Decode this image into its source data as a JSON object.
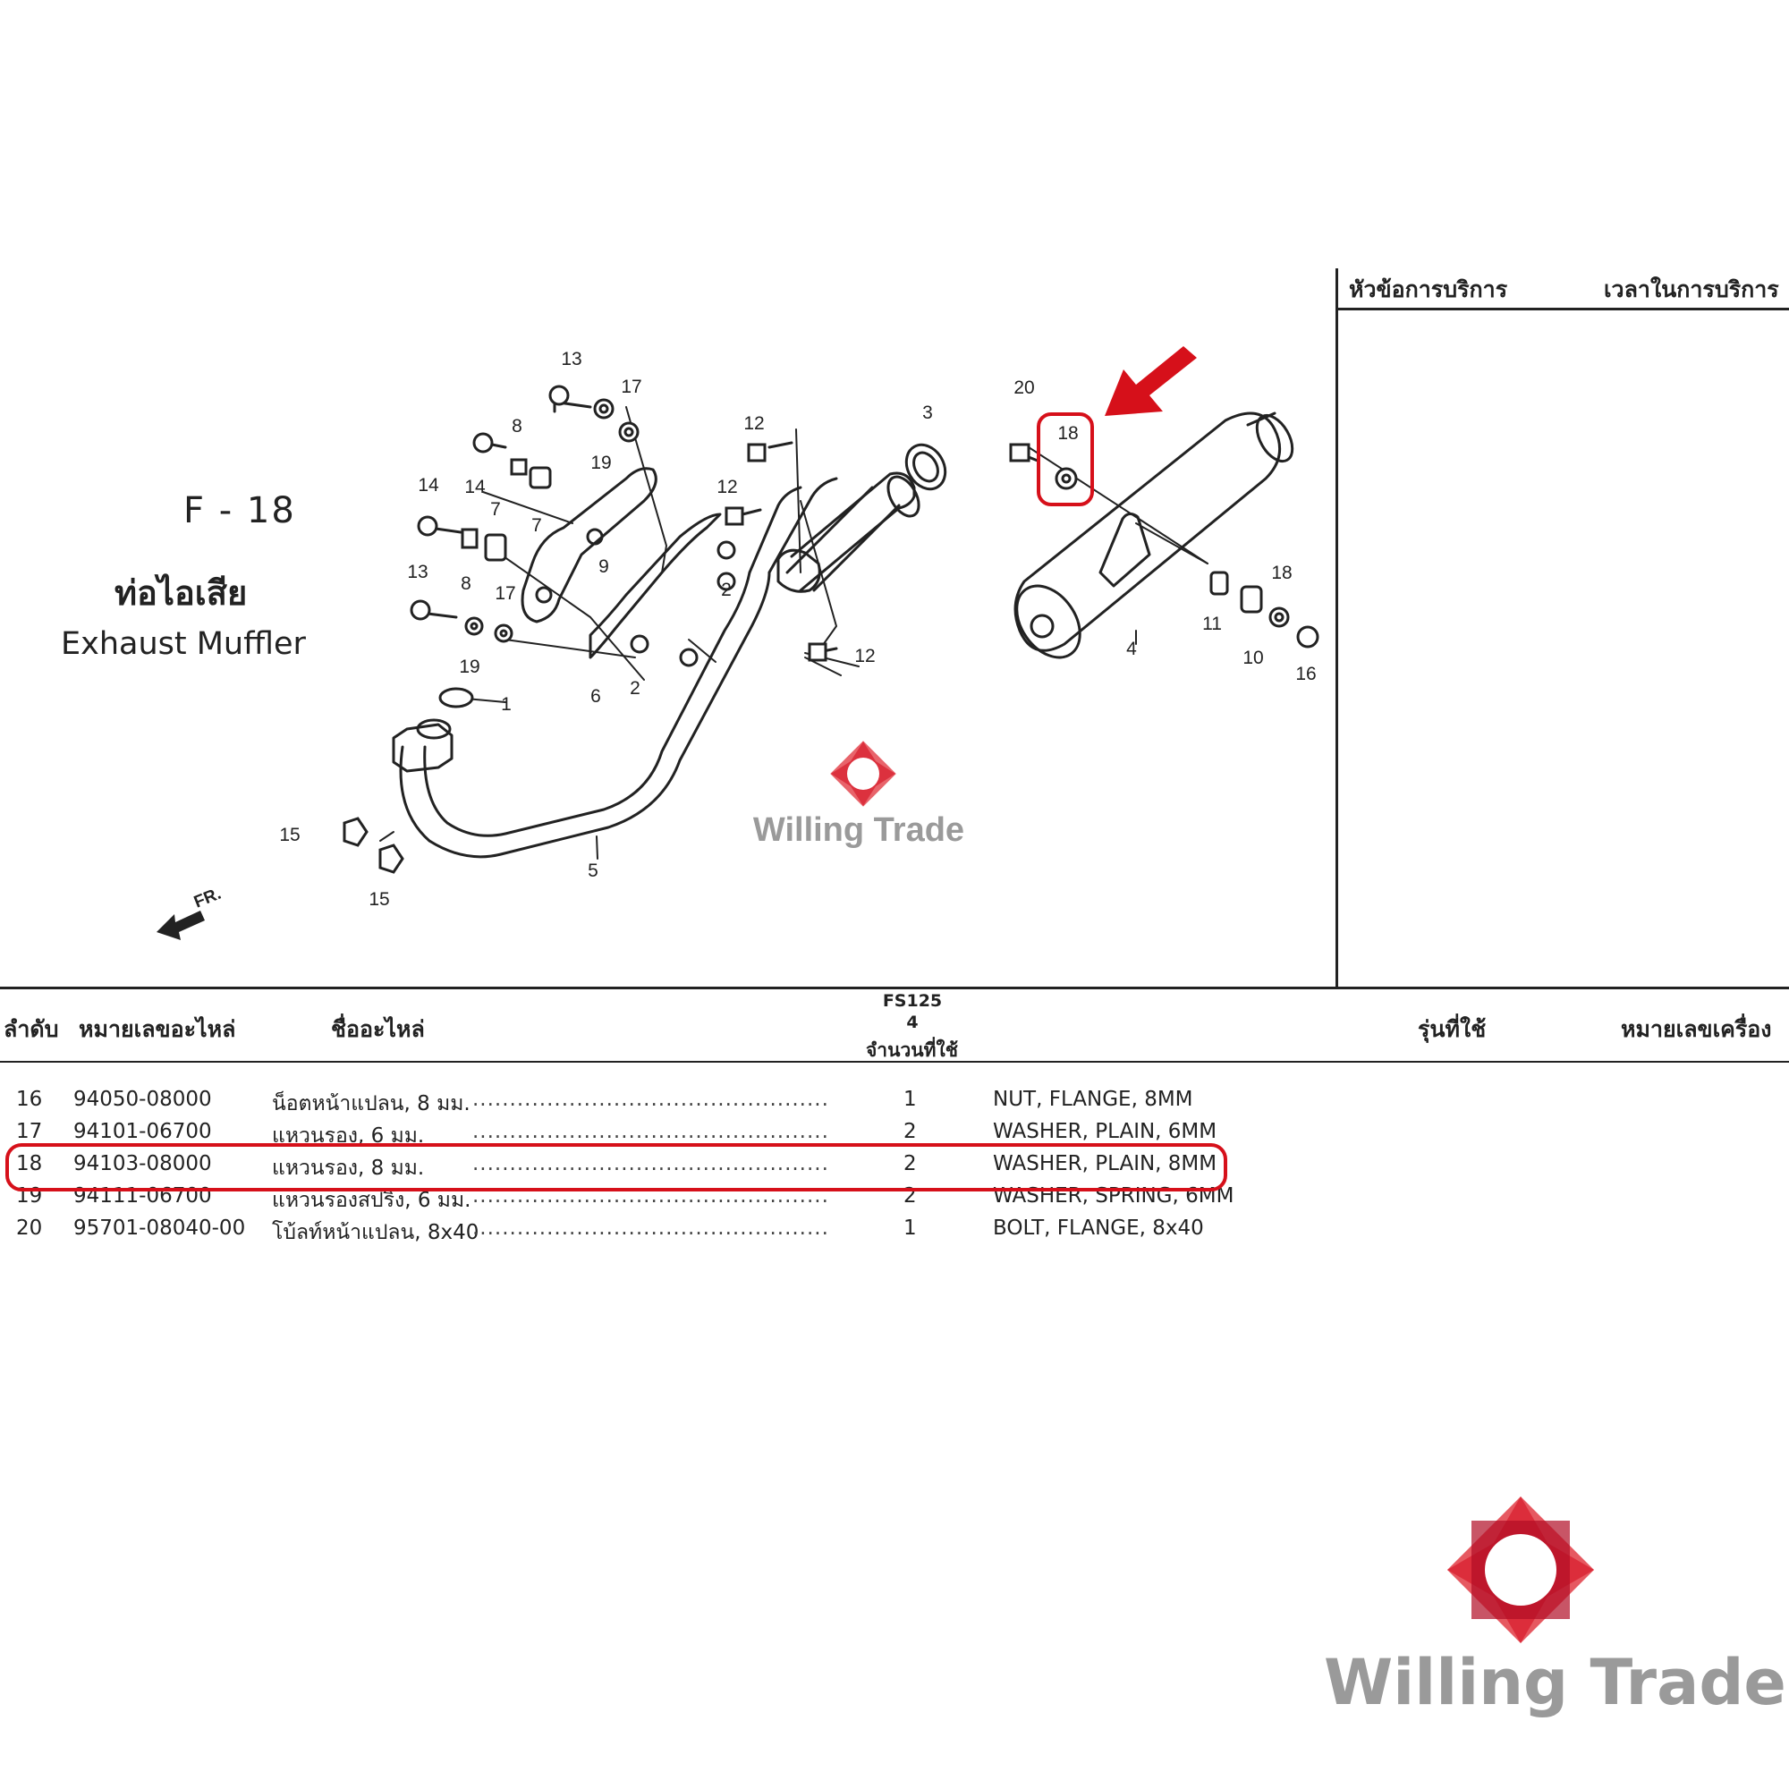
{
  "service_panel": {
    "topic_header": "หัวข้อการบริการ",
    "time_header": "เวลาในการบริการ"
  },
  "figure": {
    "code": "F - 18",
    "title_th": "ท่อไอเสีย",
    "title_en": "Exhaust Muffler",
    "front_label": "FR."
  },
  "callouts": [
    "1",
    "2",
    "2",
    "3",
    "4",
    "5",
    "6",
    "7",
    "7",
    "8",
    "8",
    "9",
    "10",
    "11",
    "12",
    "12",
    "12",
    "13",
    "13",
    "14",
    "14",
    "15",
    "15",
    "16",
    "17",
    "17",
    "18",
    "18",
    "19",
    "19",
    "20"
  ],
  "watermark": {
    "brand": "Willing Trade",
    "colors": {
      "logo_red": "#c8102e",
      "text_gray": "#9a9a9a"
    }
  },
  "table": {
    "headers": {
      "no": "ลำดับ",
      "part_no": "หมายเลขอะไหล่",
      "part_name": "ชื่ออะไหล่",
      "model": "FS125",
      "model_variant": "4",
      "qty": "จำนวนที่ใช้",
      "usage_model": "รุ่นที่ใช้",
      "engine_no": "หมายเลขเครื่อง"
    },
    "rows": [
      {
        "no": "16",
        "part_no": "94050-08000",
        "name_th": "น็อตหน้าแปลน, 8 มม.",
        "qty": "1",
        "name_en": "NUT, FLANGE, 8MM"
      },
      {
        "no": "17",
        "part_no": "94101-06700",
        "name_th": "แหวนรอง, 6 มม.",
        "qty": "2",
        "name_en": "WASHER, PLAIN, 6MM"
      },
      {
        "no": "18",
        "part_no": "94103-08000",
        "name_th": "แหวนรอง, 8 มม.",
        "qty": "2",
        "name_en": "WASHER, PLAIN, 8MM"
      },
      {
        "no": "19",
        "part_no": "94111-06700",
        "name_th": "แหวนรองสปริง, 6 มม.",
        "qty": "2",
        "name_en": "WASHER, SPRING, 6MM"
      },
      {
        "no": "20",
        "part_no": "95701-08040-00",
        "name_th": "โบ้ลท์หน้าแปลน, 8x40",
        "qty": "1",
        "name_en": "BOLT, FLANGE, 8x40"
      }
    ],
    "highlighted_row": "18",
    "leader_dots": "..........................................................................."
  },
  "highlight": {
    "color": "#d6101a",
    "part_ref": "18"
  }
}
